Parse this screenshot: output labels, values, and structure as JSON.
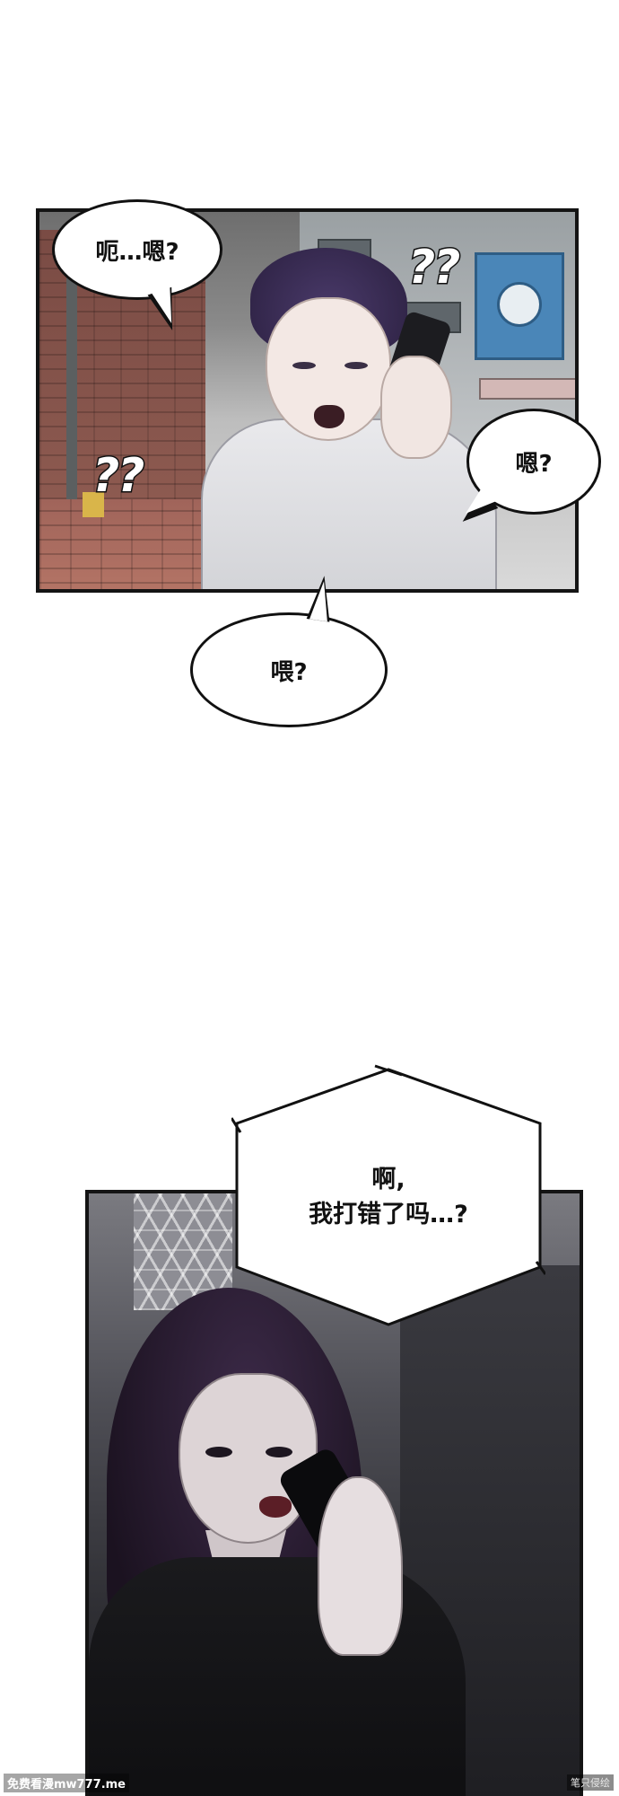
{
  "panel1": {
    "bubbles": {
      "top_left": "呃…嗯?",
      "right": "嗯?",
      "below": "喂?"
    },
    "sfx": {
      "upper": "??",
      "lower": "??"
    }
  },
  "panel2": {
    "bubble": {
      "line1": "啊,",
      "line2": "我打错了吗…?"
    }
  },
  "watermarks": {
    "left": "免费看漫mw777.me",
    "right": "笔只侵绘"
  },
  "colors": {
    "ink": "#111111",
    "bubble_fill": "#ffffff",
    "panel_border": "#141414",
    "hair_purple": "#4a3a6a",
    "brick": "#8d5a50",
    "sign_blue": "#4a86b8"
  }
}
